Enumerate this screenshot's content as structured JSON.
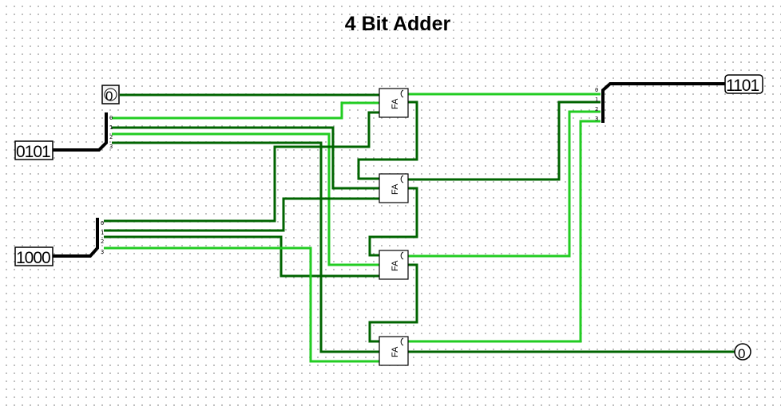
{
  "title": "4 Bit Adder",
  "inputs": {
    "a_value": "0101",
    "b_value": "1000",
    "carry_in": "0"
  },
  "outputs": {
    "sum_value": "1101",
    "carry_out": "0"
  },
  "adders": [
    {
      "label": "FA"
    },
    {
      "label": "FA"
    },
    {
      "label": "FA"
    },
    {
      "label": "FA"
    }
  ],
  "splitter_bits": [
    "0",
    "1",
    "2",
    "3"
  ],
  "colors": {
    "wire_low": "#006400",
    "wire_high": "#22cc22",
    "bus": "#000000"
  }
}
